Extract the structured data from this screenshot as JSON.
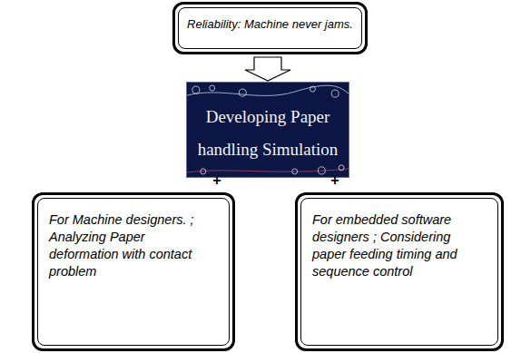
{
  "diagram": {
    "nodes": [
      {
        "text": [
          "Reliability: Machine never jams."
        ]
      },
      {
        "text": [
          "Developing Paper handling Simulation"
        ]
      },
      {
        "text": [
          "For Machine designers. ; Analyzing Paper deformation with contact problem"
        ]
      },
      {
        "text": [
          "For embedded software designers ; Considering paper feeding timing and sequence control"
        ]
      }
    ],
    "edges": [
      {
        "from": 0,
        "to": 1,
        "arrow": "to"
      }
    ],
    "labels": [
      "+",
      "+"
    ]
  }
}
